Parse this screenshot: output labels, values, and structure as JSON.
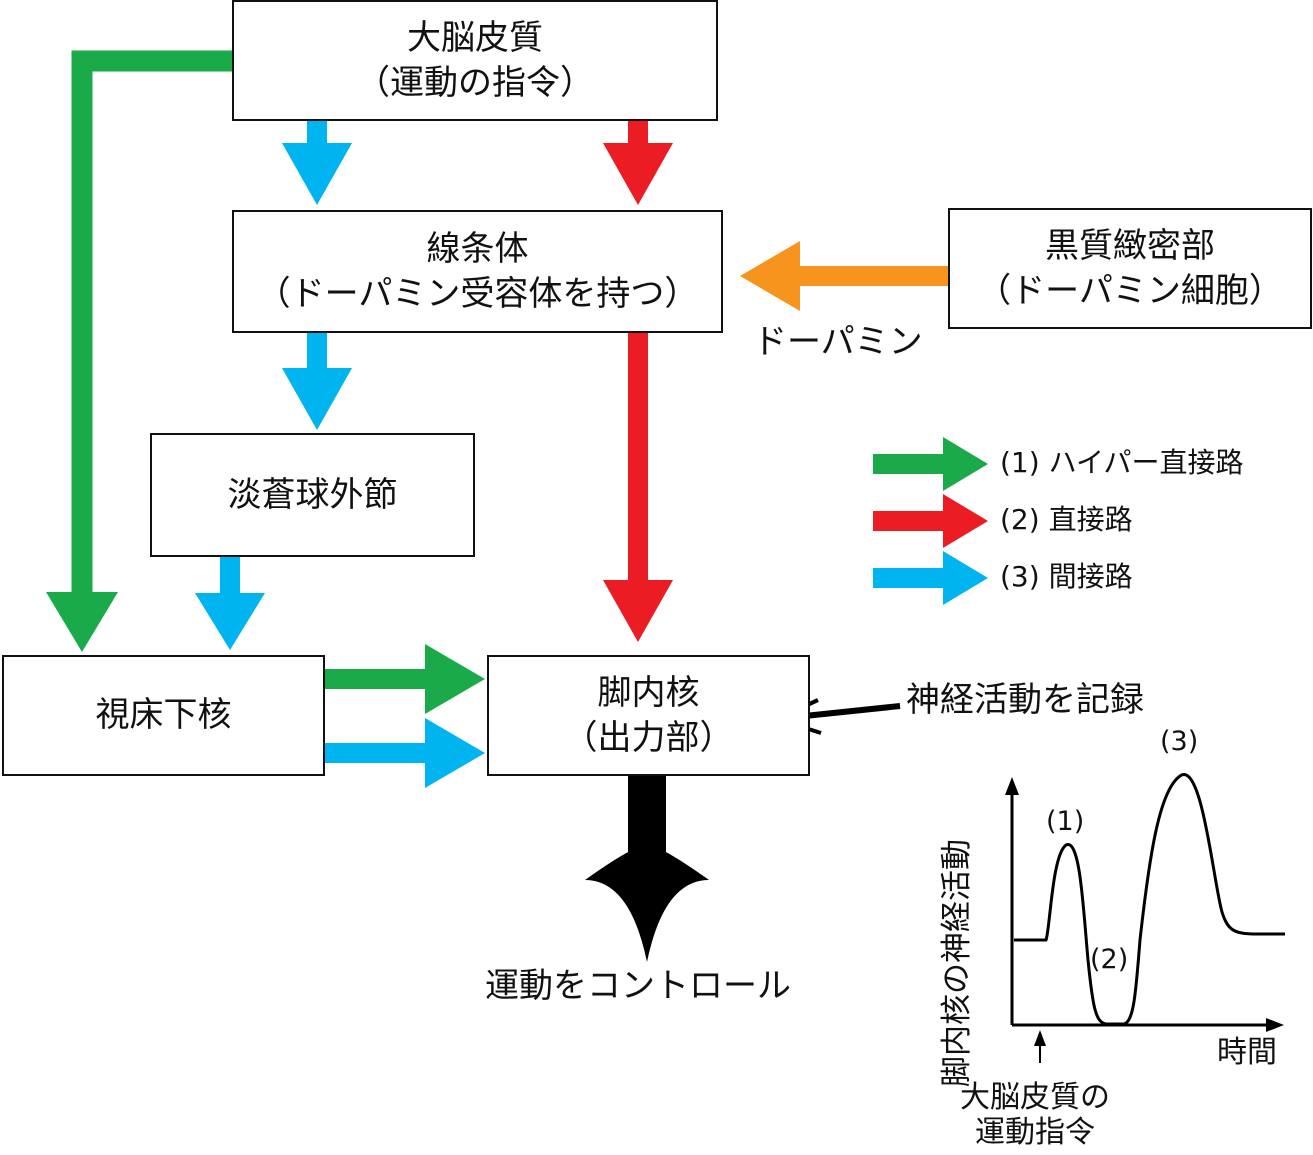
{
  "colors": {
    "hyper_direct": "#1aaa4a",
    "direct": "#ec1c24",
    "indirect": "#00b4ef",
    "dopamine": "#f7941d",
    "output": "#000000"
  },
  "nodes": {
    "cortex": {
      "line1": "大脳皮質",
      "line2": "（運動の指令）"
    },
    "striatum": {
      "line1": "線条体",
      "line2": "（ドーパミン受容体を持つ）"
    },
    "snc": {
      "line1": "黒質緻密部",
      "line2": "（ドーパミン細胞）"
    },
    "gpe": {
      "line1": "淡蒼球外節"
    },
    "stn": {
      "line1": "視床下核"
    },
    "gpi": {
      "line1": "脚内核",
      "line2": "（出力部）"
    }
  },
  "labels": {
    "dopamine": "ドーパミン",
    "movement_control": "運動をコントロール",
    "record": "神経活動を記録"
  },
  "legend": [
    {
      "label": "(1) ハイパー直接路",
      "color": "#1aaa4a",
      "icon": "green-arrow"
    },
    {
      "label": "(2) 直接路",
      "color": "#ec1c24",
      "icon": "red-arrow"
    },
    {
      "label": "(3) 間接路",
      "color": "#00b4ef",
      "icon": "blue-arrow"
    }
  ],
  "graph": {
    "y_label": "脚内核の神経活動",
    "x_label": "時間",
    "stimulus_label_line1": "大脳皮質の",
    "stimulus_label_line2": "運動指令",
    "peaks": [
      "(1)",
      "(2)",
      "(3)"
    ]
  }
}
